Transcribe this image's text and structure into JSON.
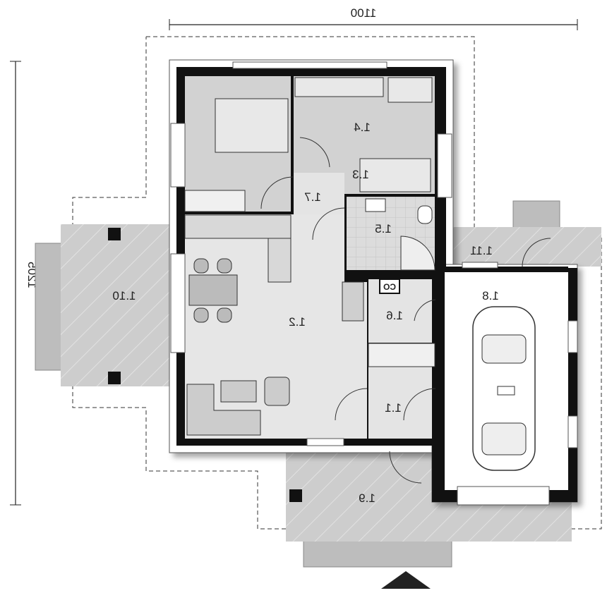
{
  "dimensions": {
    "width": "1100",
    "depth": "1205"
  },
  "rooms": {
    "r1_1": "1.1",
    "r1_2": "1.2",
    "r1_3": "1.3",
    "r1_4": "1.4",
    "r1_5": "1.5",
    "r1_6": "1.6",
    "r1_7": "1.7",
    "r1_8": "1.8",
    "r1_9": "1.9",
    "r1_10": "1.10",
    "r1_11": "1.11"
  },
  "boiler_label": "CO",
  "colors": {
    "wall": "#1a1a1a",
    "room": "#d4d4d4",
    "living": "#e6e6e6",
    "terrace": "#cfcfcf"
  }
}
